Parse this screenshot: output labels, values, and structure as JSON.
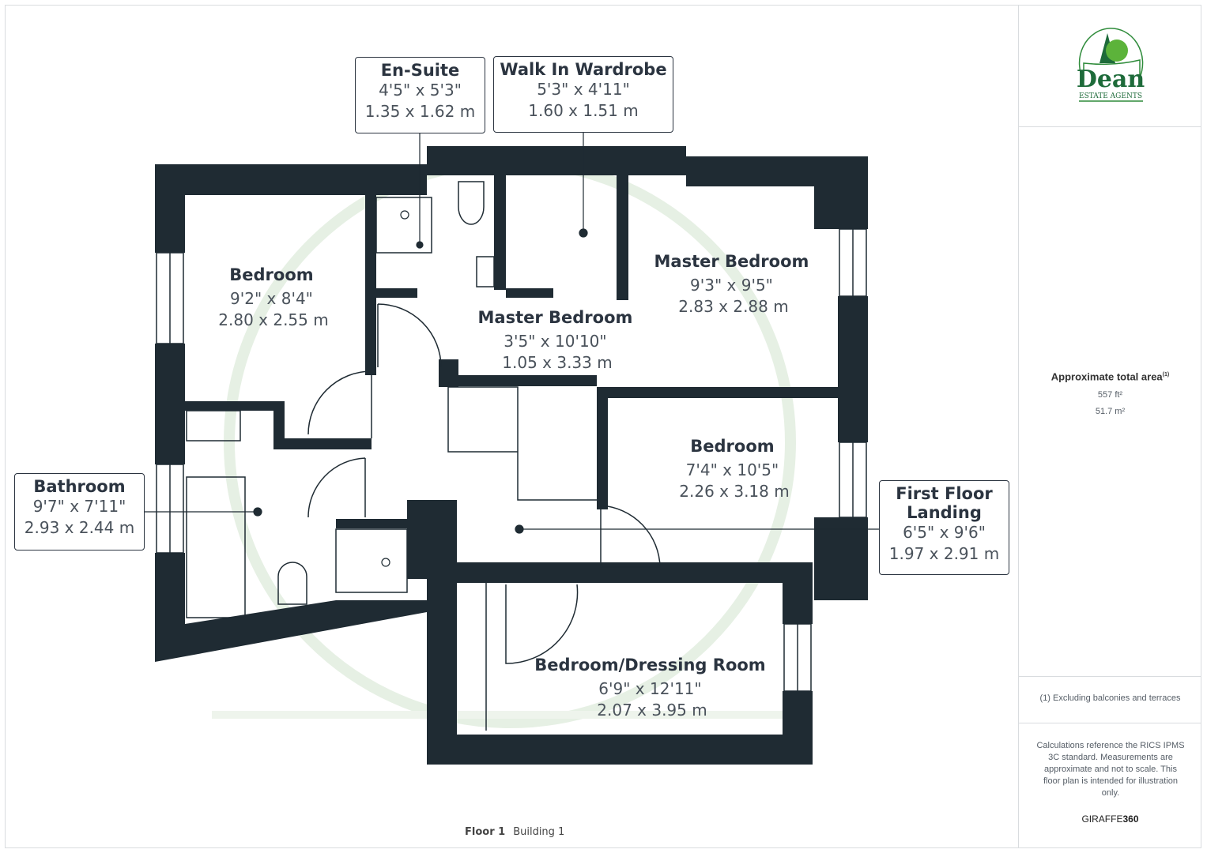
{
  "brand": {
    "name": "Dean",
    "tagline": "ESTATE AGENTS",
    "colors": {
      "green": "#1e7a3a",
      "light_green": "#4caf3a",
      "wall": "#1f2b33",
      "watermark": "#e3efe2"
    }
  },
  "rooms": [
    {
      "name": "Bedroom",
      "imperial": "9'2\" x 8'4\"",
      "metric": "2.80 x 2.55 m"
    },
    {
      "name": "Master Bedroom",
      "imperial": "9'3\" x 9'5\"",
      "metric": "2.83 x 2.88 m"
    },
    {
      "name": "Master Bedroom",
      "imperial": "3'5\" x 10'10\"",
      "metric": "1.05 x 3.33 m"
    },
    {
      "name": "Bedroom",
      "imperial": "7'4\" x 10'5\"",
      "metric": "2.26 x 3.18 m"
    },
    {
      "name": "Bedroom/Dressing Room",
      "imperial": "6'9\" x 12'11\"",
      "metric": "2.07 x 3.95 m"
    }
  ],
  "callouts": [
    {
      "name": "En-Suite",
      "imperial": "4'5\" x 5'3\"",
      "metric": "1.35 x 1.62 m"
    },
    {
      "name": "Walk In Wardrobe",
      "imperial": "5'3\" x 4'11\"",
      "metric": "1.60 x 1.51 m"
    },
    {
      "name": "Bathroom",
      "imperial": "9'7\" x 7'11\"",
      "metric": "2.93 x 2.44 m"
    },
    {
      "name": "First Floor Landing",
      "imperial": "6'5\" x 9'6\"",
      "metric": "1.97 x 2.91 m"
    }
  ],
  "sidebar": {
    "area_label": "Approximate total area",
    "area_sup": "(1)",
    "area_ft": "557 ft²",
    "area_m": "51.7 m²",
    "footnote": "(1) Excluding balconies and terraces",
    "disclaimer": "Calculations reference the RICS IPMS 3C standard. Measurements are approximate and not to scale. This floor plan is intended for illustration only.",
    "credit_a": "GIRAFFE",
    "credit_b": "360"
  },
  "footer": {
    "floor": "Floor 1",
    "building": "Building 1"
  }
}
